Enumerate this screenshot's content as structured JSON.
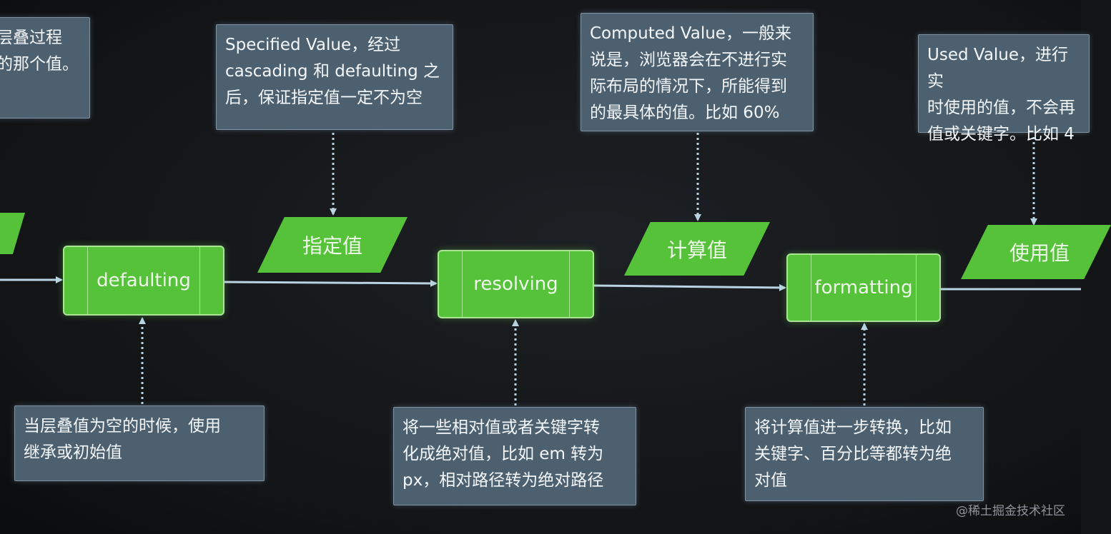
{
  "notes": {
    "top_left": "层叠过程\n的那个值。",
    "specified": "Specified Value，经过\ncascading 和 defaulting 之\n后，保证指定值一定不为空",
    "computed": "Computed Value，一般来\n说是，浏览器会在不进行实\n际布局的情况下，所能得到\n的最具体的值。比如 60%",
    "used": "Used Value，进行实\n时使用的值，不会再\n值或关键字。比如 4",
    "defaulting": "当层叠值为空的时候，使用\n继承或初始值",
    "resolving": "将一些相对值或者关键字转\n化成绝对值，比如 em 转为\npx，相对路径转为绝对路径",
    "formatting": "将计算值进一步转换，比如\n关键字、百分比等都转为绝\n对值"
  },
  "steps": {
    "defaulting": "defaulting",
    "resolving": "resolving",
    "formatting": "formatting"
  },
  "values": {
    "specified": "指定值",
    "computed": "计算值",
    "used": "使用值"
  },
  "watermark": "@稀土掘金技术社区",
  "colors": {
    "background": "#121416",
    "process_green": "#56c23a",
    "note_blue_gray": "#4d6070",
    "connector": "#b9d3e3"
  }
}
